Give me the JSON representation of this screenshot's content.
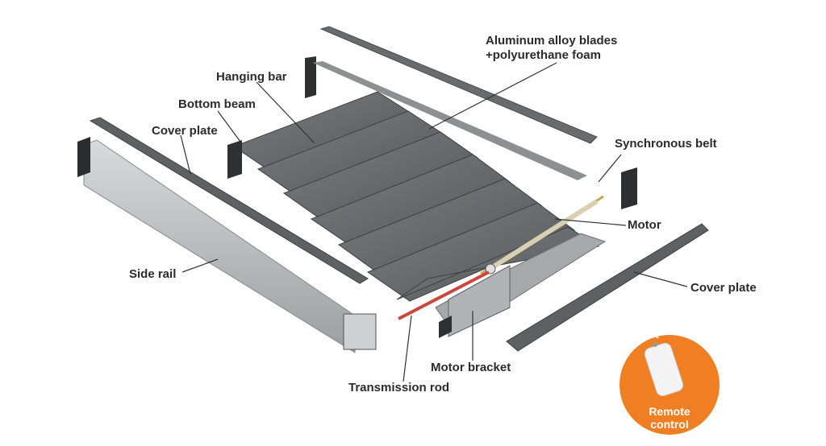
{
  "labels": {
    "aluminum_line1": "Aluminum alloy blades",
    "aluminum_line2": "+polyurethane foam",
    "hanging_bar": "Hanging bar",
    "bottom_beam": "Bottom beam",
    "cover_plate_left": "Cover plate",
    "synchronous_belt": "Synchronous belt",
    "motor": "Motor",
    "side_rail": "Side rail",
    "cover_plate_right": "Cover plate",
    "motor_bracket": "Motor bracket",
    "transmission_rod": "Transmission rod"
  },
  "badge": {
    "line1": "Remote",
    "line2": "control",
    "color": "#ef7f22"
  },
  "colors": {
    "blade": "#6e6f71",
    "blade_dark": "#4a4b4d",
    "rail": "#b9babc",
    "cover_plate": "#5f6062",
    "rod": "#c9473f",
    "belt": "#c9a74a",
    "leader": "#333333"
  }
}
